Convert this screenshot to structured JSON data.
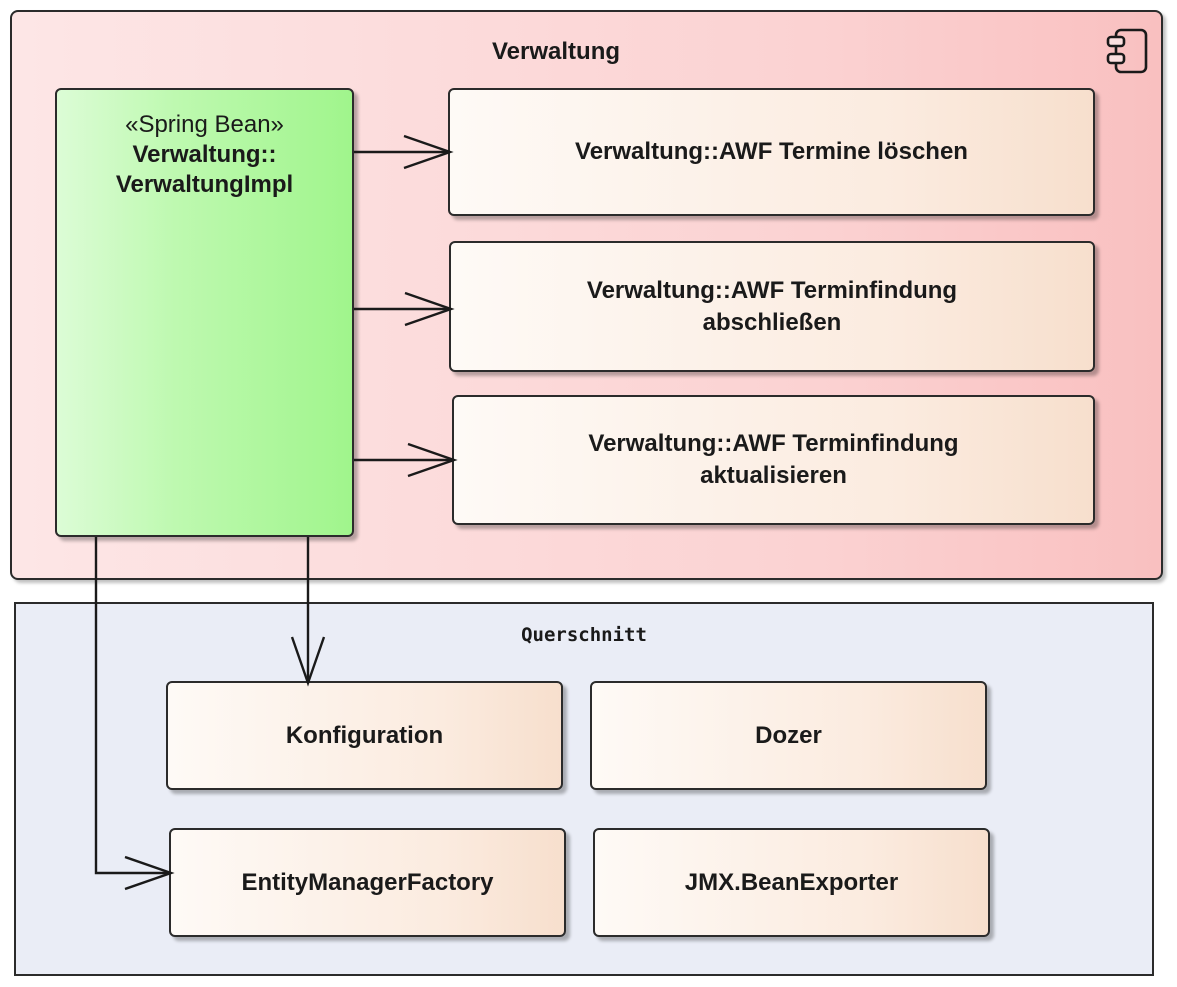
{
  "verwaltung": {
    "title": "Verwaltung",
    "icon": "component-icon",
    "bean": {
      "stereotype": "«Spring Bean»",
      "name": "Verwaltung::\nVerwaltungImpl"
    },
    "awf": [
      "Verwaltung::AWF Termine löschen",
      "Verwaltung::AWF Terminfindung\nabschließen",
      "Verwaltung::AWF Terminfindung\naktualisieren"
    ]
  },
  "querschnitt": {
    "title": "Querschnitt",
    "konfiguration": "Konfiguration",
    "dozer": "Dozer",
    "entity_manager_factory": "EntityManagerFactory",
    "jmx_bean_exporter": "JMX.BeanExporter"
  },
  "colors": {
    "component_fill": "#fbd2d2",
    "bean_fill": "#a0f58c",
    "box_fill": "#fbebdf",
    "package_fill": "#eaedf6",
    "line": "#2b2b2b"
  }
}
